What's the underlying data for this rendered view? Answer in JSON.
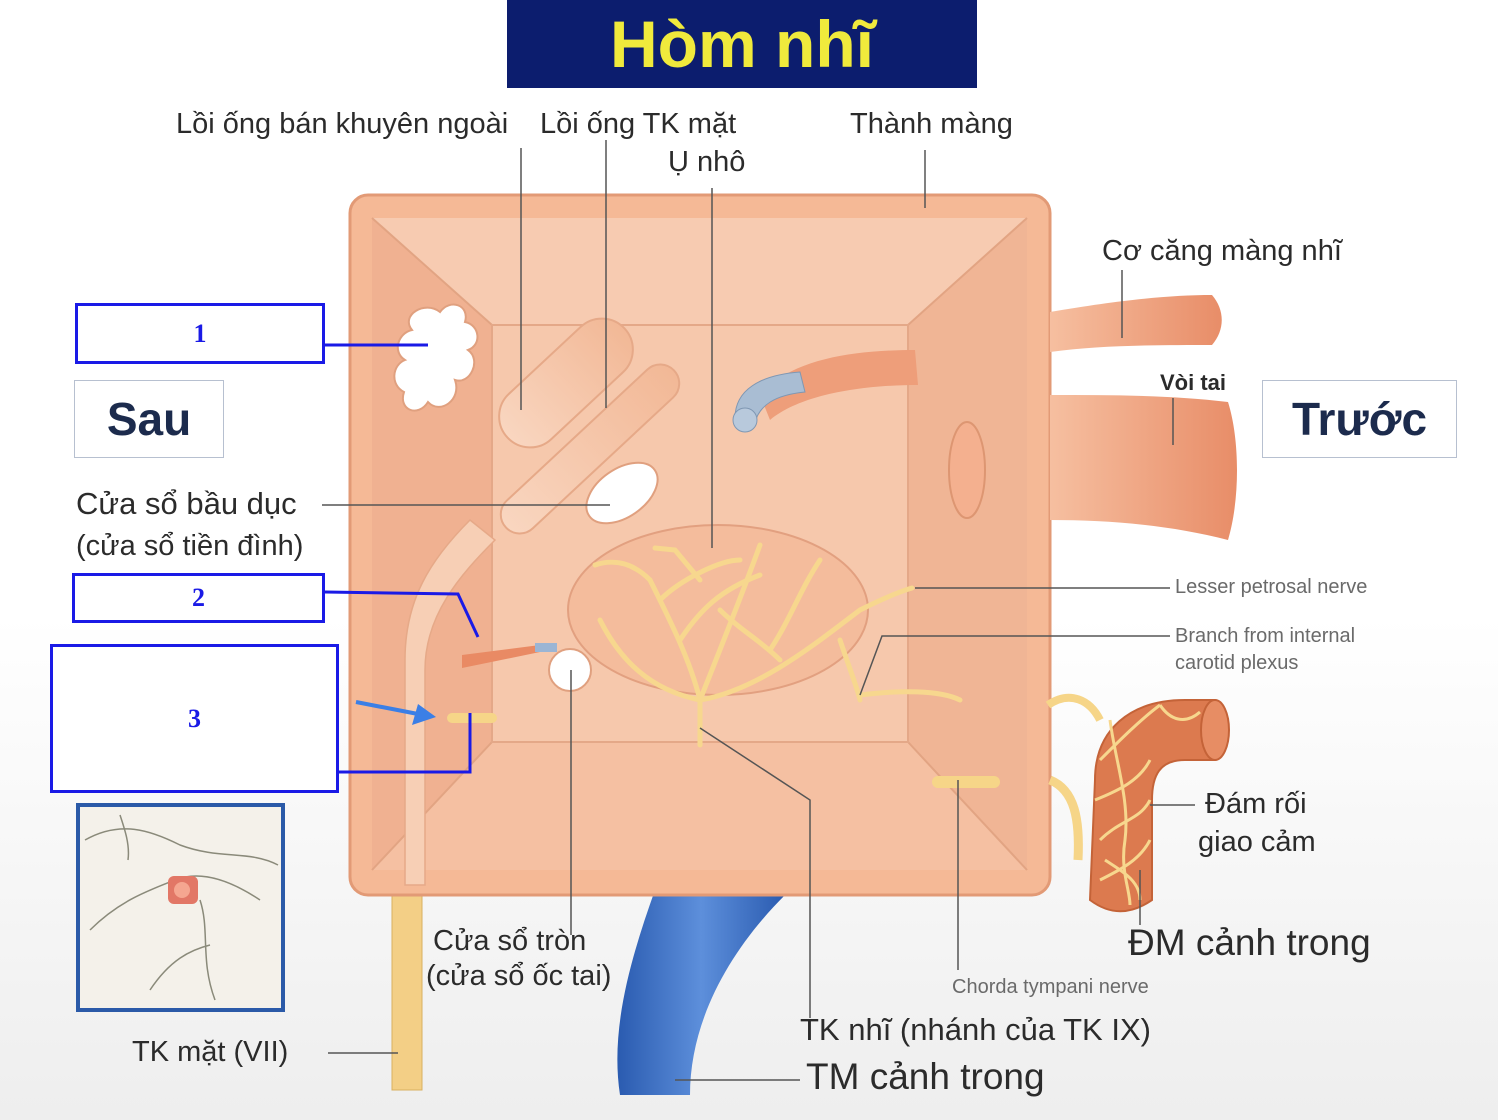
{
  "title": "Hòm nhĩ",
  "direction_labels": {
    "posterior": "Sau",
    "anterior": "Trước"
  },
  "answer_boxes": [
    "1",
    "2",
    "3"
  ],
  "labels": {
    "lateral_canal_prominence": "Lồi ống bán khuyên ngoài",
    "facial_canal_prominence": "Lồi ống TK mặt",
    "promontory": "Ụ nhô",
    "membranous_wall": "Thành màng",
    "tensor_tympani": "Cơ căng màng nhĩ",
    "eustachian_tube": "Vòi tai",
    "oval_window_1": "Cửa sổ bầu dục",
    "oval_window_2": "(cửa sổ tiền đình)",
    "lesser_petrosal": "Lesser petrosal nerve",
    "carotid_branch_1": "Branch from internal",
    "carotid_branch_2": "carotid plexus",
    "sympathetic_plexus_1": "Đám rối",
    "sympathetic_plexus_2": "giao cảm",
    "internal_carotid": "ĐM cảnh trong",
    "round_window_1": "Cửa sổ tròn",
    "round_window_2": "(cửa sổ ốc tai)",
    "chorda_tympani": "Chorda tympani nerve",
    "tympanic_nerve": "TK nhĩ (nhánh của TK IX)",
    "internal_jugular": "TM cảnh trong",
    "facial_nerve": "TK mặt (VII)"
  },
  "colors": {
    "banner": "#0c1d6e",
    "title_text": "#f0ea3c",
    "box_border": "#1a1ae6",
    "cavity_wall": "#f2b18d",
    "nerve": "#f6d588",
    "vein": "#3b6fc4",
    "artery": "#d9764c"
  }
}
